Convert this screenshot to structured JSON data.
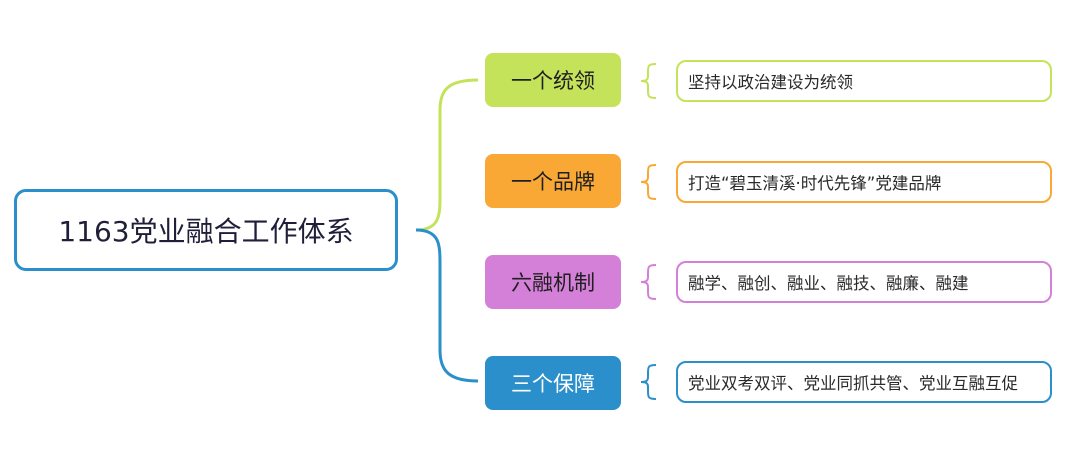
{
  "root": {
    "label": "1163党业融合工作体系",
    "color": "#2a8fca"
  },
  "branches": [
    {
      "label": "一个统领",
      "color": "#c4e35a",
      "detail": "坚持以政治建设为统领"
    },
    {
      "label": "一个品牌",
      "color": "#f9a836",
      "detail": "打造“碧玉清溪·时代先锋”党建品牌"
    },
    {
      "label": "六融机制",
      "color": "#d480d8",
      "detail": "融学、融创、融业、融技、融廉、融建"
    },
    {
      "label": "三个保障",
      "color": "#2a8fca",
      "detail": "党业双考双评、党业同抓共管、党业互融互促"
    }
  ]
}
